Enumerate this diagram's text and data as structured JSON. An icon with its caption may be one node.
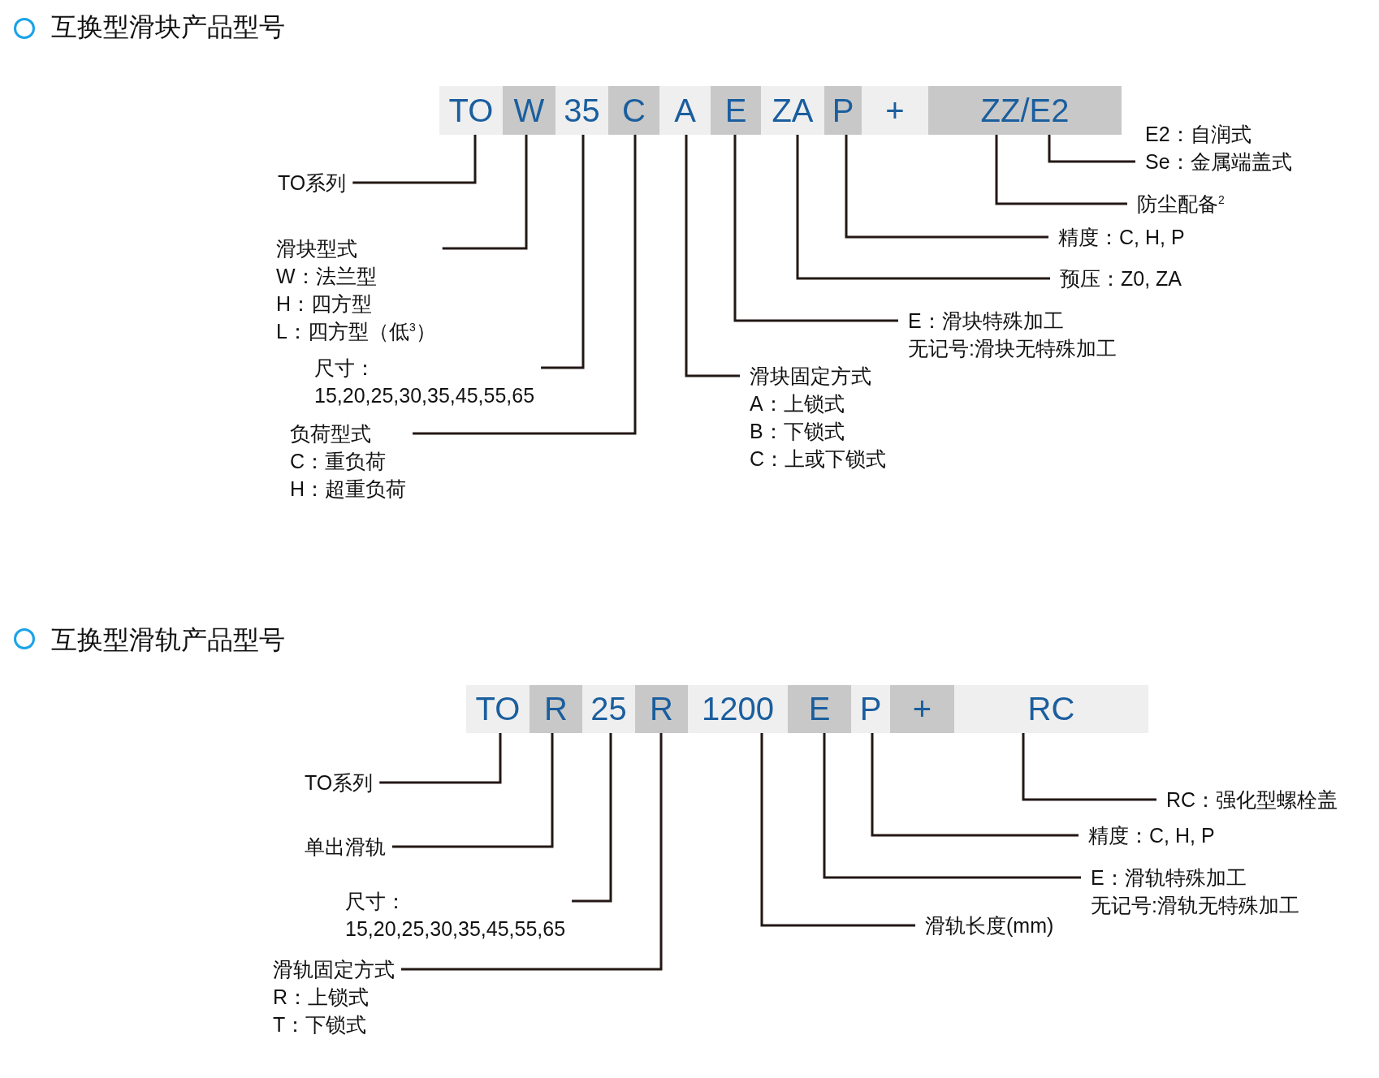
{
  "diagram": {
    "nodes": [
      {
        "text": [
          "TO"
        ]
      },
      {
        "text": [
          "W"
        ]
      },
      {
        "text": [
          "35"
        ]
      },
      {
        "text": [
          "C"
        ]
      },
      {
        "text": [
          "A"
        ]
      },
      {
        "text": [
          "E"
        ]
      },
      {
        "text": [
          "ZA"
        ]
      },
      {
        "text": [
          "P"
        ]
      },
      {
        "text": [
          "+"
        ]
      },
      {
        "text": [
          "ZZ/E2"
        ]
      },
      {
        "text": [
          "E2：自润式",
          "Se：金属端盖式"
        ]
      },
      {
        "text": [
          "TO系列"
        ]
      },
      {
        "text": [
          "防尘配备$^{2}$"
        ]
      },
      {
        "text": [
          "精度：C, H, P"
        ]
      },
      {
        "text": [
          "滑块型式",
          "W：法兰型",
          "H：四方型",
          "L：四方型（低$^{3}$）"
        ]
      },
      {
        "text": [
          "预压：Z0, ZA"
        ]
      },
      {
        "text": [
          "E：滑块特殊加工",
          "无记号:滑块无特殊加工"
        ]
      },
      {
        "text": [
          "尺寸：",
          "15,20,25,30,35,45,55,65"
        ]
      },
      {
        "text": [
          "滑块固定方式",
          "A：上锁式",
          "B：下锁式",
          "C：上或下锁式"
        ]
      },
      {
        "text": [
          "负荷型式",
          "C：重负荷",
          "H：超重负荷"
        ]
      },
      {
        "text": [
          "TO"
        ]
      },
      {
        "text": [
          "R"
        ]
      },
      {
        "text": [
          "25"
        ]
      },
      {
        "text": [
          "R"
        ]
      },
      {
        "text": [
          "1200"
        ]
      },
      {
        "text": [
          "E"
        ]
      },
      {
        "text": [
          "P"
        ]
      },
      {
        "text": [
          "+"
        ]
      },
      {
        "text": [
          "RC"
        ]
      },
      {
        "text": [
          "TO系列"
        ]
      },
      {
        "text": [
          "RC：强化型螺栓盖"
        ]
      },
      {
        "text": [
          "精度：C, H, P"
        ]
      },
      {
        "text": [
          "单出滑轨"
        ]
      },
      {
        "text": [
          "E：滑轨特殊加工",
          "无记号:滑轨无特殊加工"
        ]
      },
      {
        "text": [
          "尺寸：",
          "15,20,25,30,35,45,55,65"
        ]
      },
      {
        "text": [
          "滑轨长度(mm)"
        ]
      },
      {
        "text": [
          "滑轨固定方式",
          "R：上锁式",
          "T：下锁式"
        ]
      }
    ],
    "edges": [
      {
        "from": 0,
        "to": 11,
        "arrow": "none"
      },
      {
        "from": 1,
        "to": 14,
        "arrow": "none"
      },
      {
        "from": 2,
        "to": 17,
        "arrow": "none"
      },
      {
        "from": 3,
        "to": 19,
        "arrow": "none"
      },
      {
        "from": 4,
        "to": 18,
        "arrow": "none"
      },
      {
        "from": 5,
        "to": 16,
        "arrow": "none"
      },
      {
        "from": 6,
        "to": 15,
        "arrow": "none"
      },
      {
        "from": 7,
        "to": 13,
        "arrow": "none"
      },
      {
        "from": 9,
        "to": 12,
        "arrow": "none"
      },
      {
        "from": 9,
        "to": 10,
        "arrow": "none"
      },
      {
        "from": 20,
        "to": 29,
        "arrow": "none"
      },
      {
        "from": 21,
        "to": 32,
        "arrow": "none"
      },
      {
        "from": 22,
        "to": 34,
        "arrow": "none"
      },
      {
        "from": 23,
        "to": 36,
        "arrow": "none"
      },
      {
        "from": 24,
        "to": 35,
        "arrow": "none"
      },
      {
        "from": 25,
        "to": 33,
        "arrow": "none"
      },
      {
        "from": 26,
        "to": 31,
        "arrow": "none"
      },
      {
        "from": 28,
        "to": 30,
        "arrow": "none"
      }
    ],
    "labels": [
      "互换型滑块产品型号",
      "互换型滑轨产品型号"
    ]
  }
}
